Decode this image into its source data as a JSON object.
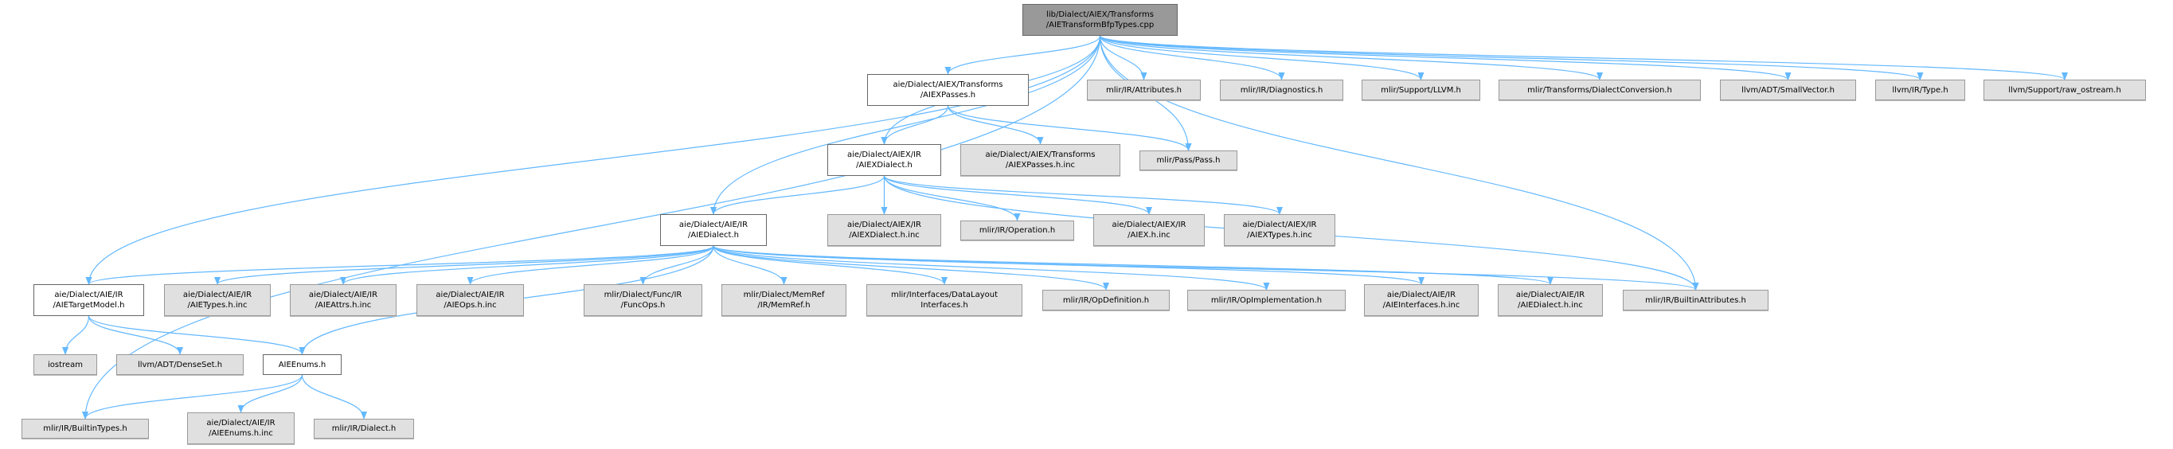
{
  "colors": {
    "edge": "#63b8ff",
    "root_fill": "#999999",
    "external_fill": "#e0e0e0",
    "local_fill": "#ffffff"
  },
  "nodes": [
    {
      "id": "root",
      "kind": "root",
      "label": "lib/Dialect/AIEX/Transforms\n/AIETransformBfpTypes.cpp"
    },
    {
      "id": "aiexpasses",
      "kind": "local",
      "label": "aie/Dialect/AIEX/Transforms\n/AIEXPasses.h"
    },
    {
      "id": "aiexdialect",
      "kind": "local",
      "label": "aie/Dialect/AIEX/IR\n/AIEXDialect.h"
    },
    {
      "id": "aiexpasses_inc",
      "kind": "ext",
      "label": "aie/Dialect/AIEX/Transforms\n/AIEXPasses.h.inc"
    },
    {
      "id": "pass",
      "kind": "ext",
      "label": "mlir/Pass/Pass.h"
    },
    {
      "id": "attributes",
      "kind": "ext",
      "label": "mlir/IR/Attributes.h"
    },
    {
      "id": "diagnostics",
      "kind": "ext",
      "label": "mlir/IR/Diagnostics.h"
    },
    {
      "id": "llvm",
      "kind": "ext",
      "label": "mlir/Support/LLVM.h"
    },
    {
      "id": "dialectconversion",
      "kind": "ext",
      "label": "mlir/Transforms/DialectConversion.h"
    },
    {
      "id": "smallvector",
      "kind": "ext",
      "label": "llvm/ADT/SmallVector.h"
    },
    {
      "id": "type",
      "kind": "ext",
      "label": "llvm/IR/Type.h"
    },
    {
      "id": "raw_ostream",
      "kind": "ext",
      "label": "llvm/Support/raw_ostream.h"
    },
    {
      "id": "aiedialect",
      "kind": "local",
      "label": "aie/Dialect/AIE/IR\n/AIEDialect.h"
    },
    {
      "id": "aiexdialect_inc",
      "kind": "ext",
      "label": "aie/Dialect/AIEX/IR\n/AIEXDialect.h.inc"
    },
    {
      "id": "operation",
      "kind": "ext",
      "label": "mlir/IR/Operation.h"
    },
    {
      "id": "aiex_inc",
      "kind": "ext",
      "label": "aie/Dialect/AIEX/IR\n/AIEX.h.inc"
    },
    {
      "id": "aiextypes_inc",
      "kind": "ext",
      "label": "aie/Dialect/AIEX/IR\n/AIEXTypes.h.inc"
    },
    {
      "id": "aietargetmodel",
      "kind": "local",
      "label": "aie/Dialect/AIE/IR\n/AIETargetModel.h"
    },
    {
      "id": "aietypes_inc",
      "kind": "ext",
      "label": "aie/Dialect/AIE/IR\n/AIETypes.h.inc"
    },
    {
      "id": "aieattrs_inc",
      "kind": "ext",
      "label": "aie/Dialect/AIE/IR\n/AIEAttrs.h.inc"
    },
    {
      "id": "aieops_inc",
      "kind": "ext",
      "label": "aie/Dialect/AIE/IR\n/AIEOps.h.inc"
    },
    {
      "id": "funcops",
      "kind": "ext",
      "label": "mlir/Dialect/Func/IR\n/FuncOps.h"
    },
    {
      "id": "memref",
      "kind": "ext",
      "label": "mlir/Dialect/MemRef\n/IR/MemRef.h"
    },
    {
      "id": "datalayout",
      "kind": "ext",
      "label": "mlir/Interfaces/DataLayout\nInterfaces.h"
    },
    {
      "id": "opdefinition",
      "kind": "ext",
      "label": "mlir/IR/OpDefinition.h"
    },
    {
      "id": "opimplementation",
      "kind": "ext",
      "label": "mlir/IR/OpImplementation.h"
    },
    {
      "id": "aieinterfaces_inc",
      "kind": "ext",
      "label": "aie/Dialect/AIE/IR\n/AIEInterfaces.h.inc"
    },
    {
      "id": "aiedialect_inc",
      "kind": "ext",
      "label": "aie/Dialect/AIE/IR\n/AIEDialect.h.inc"
    },
    {
      "id": "builtinattributes",
      "kind": "ext",
      "label": "mlir/IR/BuiltinAttributes.h"
    },
    {
      "id": "iostream",
      "kind": "ext",
      "label": "iostream"
    },
    {
      "id": "denseset",
      "kind": "ext",
      "label": "llvm/ADT/DenseSet.h"
    },
    {
      "id": "aieenums",
      "kind": "local",
      "label": "AIEEnums.h"
    },
    {
      "id": "builtintypes",
      "kind": "ext",
      "label": "mlir/IR/BuiltinTypes.h"
    },
    {
      "id": "aieenums_inc",
      "kind": "ext",
      "label": "aie/Dialect/AIE/IR\n/AIEEnums.h.inc"
    },
    {
      "id": "dialect",
      "kind": "ext",
      "label": "mlir/IR/Dialect.h"
    }
  ],
  "edges": [
    [
      "root",
      "aiexpasses"
    ],
    [
      "root",
      "aiexdialect"
    ],
    [
      "root",
      "aiedialect"
    ],
    [
      "root",
      "aietargetmodel"
    ],
    [
      "root",
      "builtintypes"
    ],
    [
      "root",
      "pass"
    ],
    [
      "root",
      "attributes"
    ],
    [
      "root",
      "diagnostics"
    ],
    [
      "root",
      "llvm"
    ],
    [
      "root",
      "dialectconversion"
    ],
    [
      "root",
      "smallvector"
    ],
    [
      "root",
      "type"
    ],
    [
      "root",
      "raw_ostream"
    ],
    [
      "root",
      "builtinattributes"
    ],
    [
      "aiexpasses",
      "aiexdialect"
    ],
    [
      "aiexpasses",
      "aiexpasses_inc"
    ],
    [
      "aiexpasses",
      "pass"
    ],
    [
      "aiexdialect",
      "aiedialect"
    ],
    [
      "aiexdialect",
      "aiexdialect_inc"
    ],
    [
      "aiexdialect",
      "operation"
    ],
    [
      "aiexdialect",
      "aiex_inc"
    ],
    [
      "aiexdialect",
      "aiextypes_inc"
    ],
    [
      "aiexdialect",
      "builtinattributes"
    ],
    [
      "aiedialect",
      "aietargetmodel"
    ],
    [
      "aiedialect",
      "aietypes_inc"
    ],
    [
      "aiedialect",
      "aieattrs_inc"
    ],
    [
      "aiedialect",
      "aieops_inc"
    ],
    [
      "aiedialect",
      "funcops"
    ],
    [
      "aiedialect",
      "memref"
    ],
    [
      "aiedialect",
      "datalayout"
    ],
    [
      "aiedialect",
      "opdefinition"
    ],
    [
      "aiedialect",
      "opimplementation"
    ],
    [
      "aiedialect",
      "aieinterfaces_inc"
    ],
    [
      "aiedialect",
      "aiedialect_inc"
    ],
    [
      "aiedialect",
      "builtinattributes"
    ],
    [
      "aiedialect",
      "aieenums"
    ],
    [
      "aietargetmodel",
      "iostream"
    ],
    [
      "aietargetmodel",
      "denseset"
    ],
    [
      "aietargetmodel",
      "aieenums"
    ],
    [
      "aieenums",
      "builtintypes"
    ],
    [
      "aieenums",
      "aieenums_inc"
    ],
    [
      "aieenums",
      "dialect"
    ]
  ]
}
